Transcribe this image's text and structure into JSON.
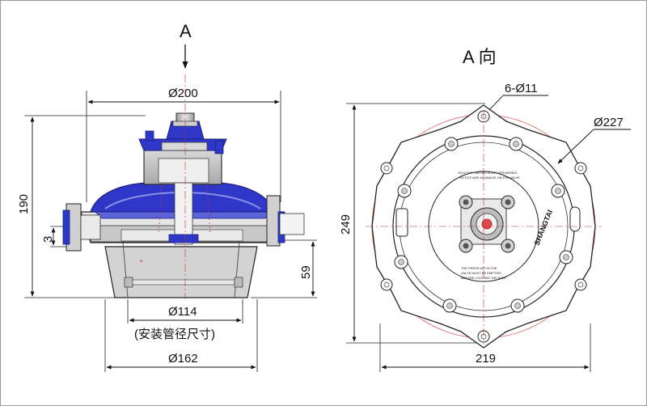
{
  "side_view": {
    "view_arrow_label": "A",
    "dim_top_diameter": "Ø200",
    "dim_height": "190",
    "dim_small": "3",
    "dim_right_height": "59",
    "dim_pipe_diameter": "Ø114",
    "pipe_note": "(安装管径尺寸)",
    "dim_bottom_diameter": "Ø162"
  },
  "top_view": {
    "title": "A 向",
    "dim_holes": "6-Ø11",
    "dim_circle": "Ø227",
    "dim_height": "249",
    "dim_width": "219",
    "brand": "SHANGTAI",
    "warning_text_top": "SOLVTEC LIMITED IN AIR SERVANNED",
    "warning_text_mid": "NOTICE AND AMANAGE ON THE VALVE",
    "warning_line_1": "THE PRESS AIR IN THE",
    "warning_line_2": "VALVE MUST BE EMPTIED",
    "warning_line_3": "BEFORE LOOSING THE BOLT"
  },
  "colors": {
    "blue": "#2f37c8",
    "light_blue": "#6e74e0",
    "red": "#e04a4a",
    "line": "#222222",
    "body_gray": "#cfcfcf"
  }
}
